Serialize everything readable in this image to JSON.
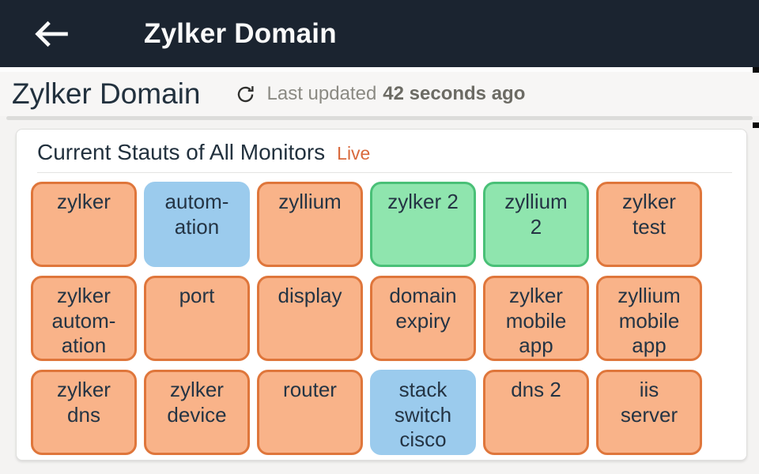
{
  "app_bar": {
    "title": "Zylker Domain",
    "back_icon": "arrow-left"
  },
  "page_header": {
    "title": "Zylker Domain",
    "refresh_icon": "refresh-clockwise",
    "last_updated_label": "Last updated",
    "last_updated_value": "42 seconds ago"
  },
  "monitor_card": {
    "title": "Current Stauts of All Monitors",
    "live_label": "Live"
  },
  "monitors": [
    {
      "label": "zylker",
      "status": "trouble"
    },
    {
      "label": "autom-\nation",
      "status": "maintenance"
    },
    {
      "label": "zyllium",
      "status": "trouble"
    },
    {
      "label": "zylker 2",
      "status": "up"
    },
    {
      "label": "zyllium\n2",
      "status": "up"
    },
    {
      "label": "zylker\ntest",
      "status": "trouble"
    },
    {
      "label": "zylker\nautom-\nation",
      "status": "trouble"
    },
    {
      "label": "port",
      "status": "trouble"
    },
    {
      "label": "display",
      "status": "trouble"
    },
    {
      "label": "domain\nexpiry",
      "status": "trouble"
    },
    {
      "label": "zylker\nmobile\napp",
      "status": "trouble"
    },
    {
      "label": "zyllium\nmobile\napp",
      "status": "trouble"
    },
    {
      "label": "zylker\ndns",
      "status": "trouble"
    },
    {
      "label": "zylker\ndevice",
      "status": "trouble"
    },
    {
      "label": "router",
      "status": "trouble"
    },
    {
      "label": "stack\nswitch\ncisco",
      "status": "maintenance"
    },
    {
      "label": "dns 2",
      "status": "trouble"
    },
    {
      "label": "iis\nserver",
      "status": "trouble"
    }
  ],
  "colors": {
    "header_bg": "#1B2430",
    "live_accent": "#D9693C",
    "status": {
      "trouble": {
        "fill": "#F9B389",
        "border": "#DF763B"
      },
      "up": {
        "fill": "#8FE5AE",
        "border": "#49C077"
      },
      "maintenance": {
        "fill": "#9BCBED",
        "border": "#9BCBED"
      }
    }
  }
}
